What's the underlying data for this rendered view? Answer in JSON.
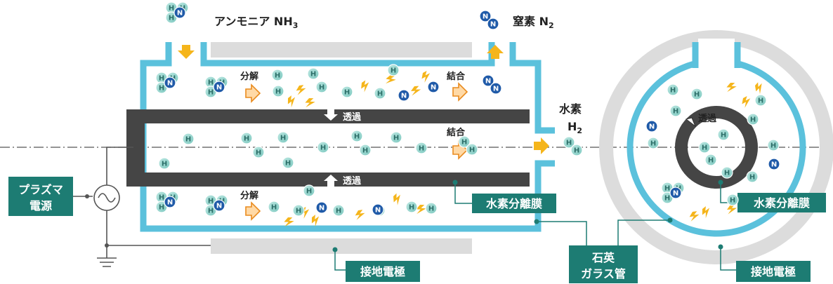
{
  "colors": {
    "glass": "#5bc1dc",
    "membrane": "#454545",
    "electrode": "#dcdcdc",
    "tag": "#1d7c73",
    "arrow": "#f5b51b",
    "h_atom": "#9bd7cf",
    "n_atom": "#1f5aa8"
  },
  "labels": {
    "ammonia_prefix": "アンモニア NH",
    "ammonia_sub": "3",
    "nitrogen_prefix": "窒素 N",
    "nitrogen_sub": "2",
    "hydrogen_line1": "水素",
    "hydrogen_prefix": "H",
    "hydrogen_sub": "2",
    "decompose": "分解",
    "combine": "結合",
    "permeate": "透過"
  },
  "tags": {
    "plasma_power_line1": "プラズマ",
    "plasma_power_line2": "電源",
    "membrane_left": "水素分離膜",
    "membrane_right": "水素分離膜",
    "ground_left": "接地電極",
    "ground_right": "接地電極",
    "quartz_line1": "石英",
    "quartz_line2": "ガラス管"
  },
  "atoms": {
    "h": "H",
    "n": "N"
  }
}
